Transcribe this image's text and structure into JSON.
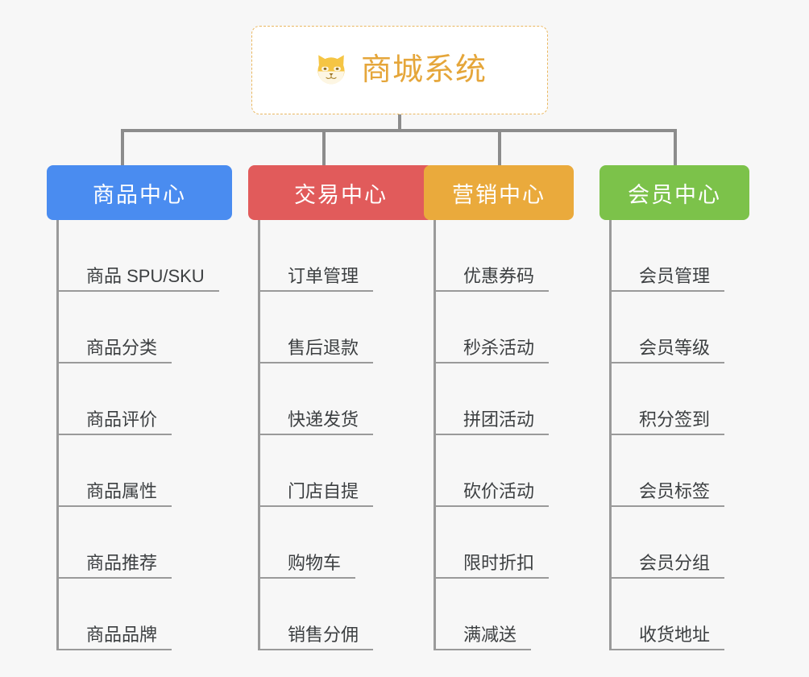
{
  "page": {
    "background_color": "#f7f7f7",
    "type": "mindmap-tree"
  },
  "root": {
    "title": "商城系统",
    "icon": "shiba-dog-icon",
    "text_color": "#e5a63a",
    "border_color": "#eab861",
    "background_color": "#ffffff"
  },
  "connector": {
    "color": "#8c8c8c"
  },
  "branches": [
    {
      "label": "商品中心",
      "color": "#4a8cf0",
      "items": [
        "商品 SPU/SKU",
        "商品分类",
        "商品评价",
        "商品属性",
        "商品推荐",
        "商品品牌"
      ]
    },
    {
      "label": "交易中心",
      "color": "#e15b5b",
      "items": [
        "订单管理",
        "售后退款",
        "快递发货",
        "门店自提",
        "购物车",
        "销售分佣"
      ]
    },
    {
      "label": "营销中心",
      "color": "#eaaa3c",
      "items": [
        "优惠券码",
        "秒杀活动",
        "拼团活动",
        "砍价活动",
        "限时折扣",
        "满减送"
      ]
    },
    {
      "label": "会员中心",
      "color": "#7cc24a",
      "items": [
        "会员管理",
        "会员等级",
        "积分签到",
        "会员标签",
        "会员分组",
        "收货地址"
      ]
    }
  ]
}
